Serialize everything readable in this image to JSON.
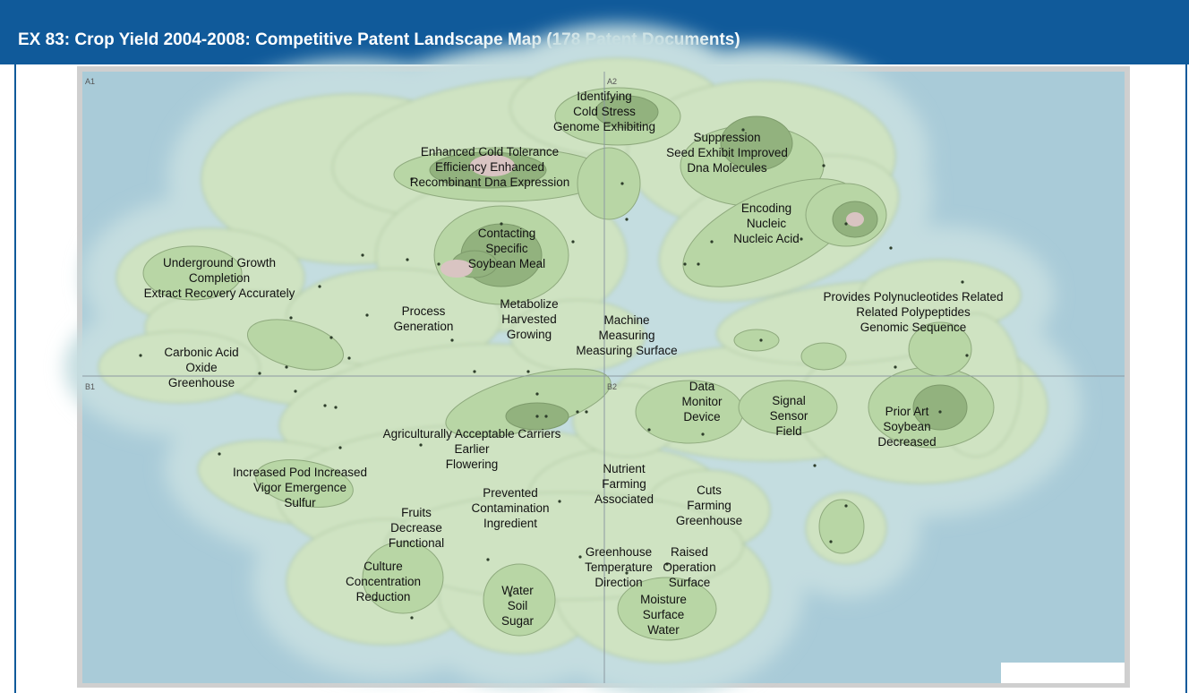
{
  "header": {
    "title": "EX 83: Crop Yield 2004-2008: Competitive Patent Landscape Map (178 Patent Documents)"
  },
  "colors": {
    "header_bg": "#105a9a",
    "sea": "#a9cbd8",
    "shallow": "#c4dde0",
    "lowland": "#cfe3c2",
    "land": "#b8d6a5",
    "hill": "#a3c48f",
    "mountain": "#92b27e",
    "peak": "#d9c4c2"
  },
  "grid": {
    "cells": [
      "A1",
      "A2",
      "B1",
      "B2"
    ]
  },
  "topics": [
    {
      "id": "identifying-cold-stress",
      "lines": [
        "Identifying",
        "Cold Stress",
        "Genome Exhibiting"
      ]
    },
    {
      "id": "suppression-seed",
      "lines": [
        "Suppression",
        "Seed Exhibit Improved",
        "Dna Molecules"
      ]
    },
    {
      "id": "enhanced-cold-tolerance",
      "lines": [
        "Enhanced Cold Tolerance",
        "Efficiency Enhanced",
        "Recombinant Dna Expression"
      ]
    },
    {
      "id": "encoding-nucleic",
      "lines": [
        "Encoding",
        "Nucleic",
        "Nucleic Acid"
      ]
    },
    {
      "id": "contacting-soybean",
      "lines": [
        "Contacting",
        "Specific",
        "Soybean Meal"
      ]
    },
    {
      "id": "underground-growth",
      "lines": [
        "Underground Growth",
        "Completion",
        "Extract Recovery Accurately"
      ]
    },
    {
      "id": "provides-polynucleotides",
      "lines": [
        "Provides Polynucleotides Related",
        "Related Polypeptides",
        "Genomic Sequence"
      ]
    },
    {
      "id": "process-generation",
      "lines": [
        "Process",
        "Generation"
      ]
    },
    {
      "id": "metabolize-harvested",
      "lines": [
        "Metabolize",
        "Harvested",
        "Growing"
      ]
    },
    {
      "id": "machine-measuring",
      "lines": [
        "Machine",
        "Measuring",
        "Measuring Surface"
      ]
    },
    {
      "id": "carbonic-acid",
      "lines": [
        "Carbonic Acid",
        "Oxide",
        "Greenhouse"
      ]
    },
    {
      "id": "data-monitor",
      "lines": [
        "Data",
        "Monitor",
        "Device"
      ]
    },
    {
      "id": "signal-sensor",
      "lines": [
        "Signal",
        "Sensor",
        "Field"
      ]
    },
    {
      "id": "prior-art-soybean",
      "lines": [
        "Prior Art",
        "Soybean",
        "Decreased"
      ]
    },
    {
      "id": "agriculturally-acceptable",
      "lines": [
        "Agriculturally Acceptable Carriers",
        "Earlier",
        "Flowering"
      ]
    },
    {
      "id": "increased-pod",
      "lines": [
        "Increased Pod Increased",
        "Vigor Emergence",
        "Sulfur"
      ]
    },
    {
      "id": "nutrient-farming",
      "lines": [
        "Nutrient",
        "Farming",
        "Associated"
      ]
    },
    {
      "id": "cuts-farming",
      "lines": [
        "Cuts",
        "Farming",
        "Greenhouse"
      ]
    },
    {
      "id": "prevented-contamination",
      "lines": [
        "Prevented",
        "Contamination",
        "Ingredient"
      ]
    },
    {
      "id": "fruits-decrease",
      "lines": [
        "Fruits",
        "Decrease",
        "Functional"
      ]
    },
    {
      "id": "greenhouse-temperature",
      "lines": [
        "Greenhouse",
        "Temperature",
        "Direction"
      ]
    },
    {
      "id": "raised-operation",
      "lines": [
        "Raised",
        "Operation",
        "Surface"
      ]
    },
    {
      "id": "culture-concentration",
      "lines": [
        "Culture",
        "Concentration",
        "Reduction"
      ]
    },
    {
      "id": "water-soil",
      "lines": [
        "Water",
        "Soil",
        "Sugar"
      ]
    },
    {
      "id": "moisture-surface",
      "lines": [
        "Moisture",
        "Surface",
        "Water"
      ]
    }
  ]
}
